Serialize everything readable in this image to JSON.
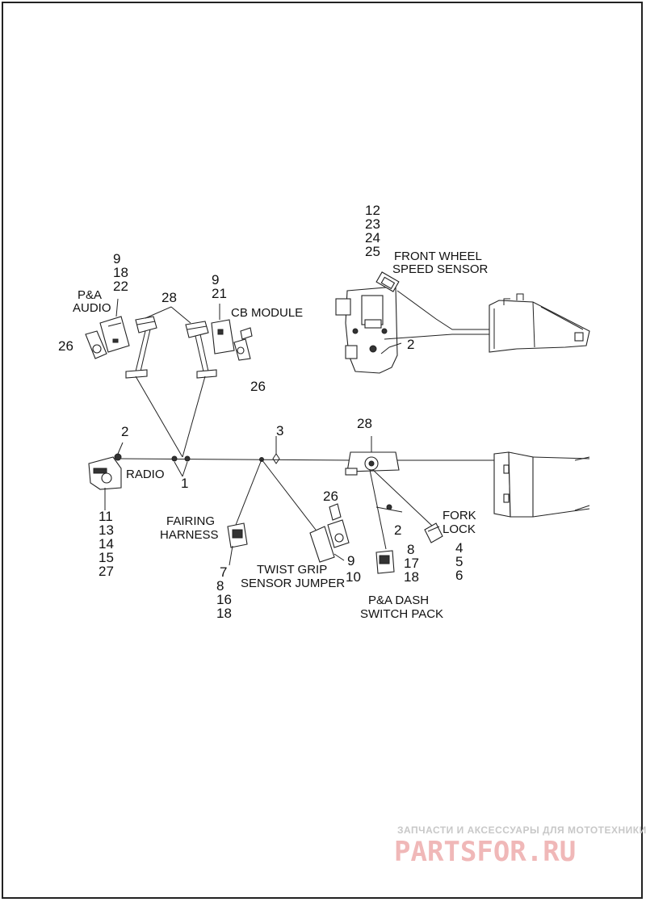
{
  "labels": {
    "pa_audio_l1": "P&A",
    "pa_audio_l2": "AUDIO",
    "cb_module": "CB MODULE",
    "front_wheel_l1": "FRONT WHEEL",
    "front_wheel_l2": "SPEED SENSOR",
    "radio": "RADIO",
    "fairing_l1": "FAIRING",
    "fairing_l2": "HARNESS",
    "twist_l1": "TWIST GRIP",
    "twist_l2": "SENSOR JUMPER",
    "fork_l1": "FORK",
    "fork_l2": "LOCK",
    "dash_l1": "P&A DASH",
    "dash_l2": "SWITCH PACK"
  },
  "callouts": {
    "audio_stack": [
      "9",
      "18",
      "22"
    ],
    "cb_stack": [
      "9",
      "21"
    ],
    "fw_stack": [
      "12",
      "23",
      "24",
      "25"
    ],
    "radio_stack": [
      "11",
      "13",
      "14",
      "15",
      "27"
    ],
    "fairing_stack": [
      "7",
      "8",
      "16",
      "18"
    ],
    "twist_stack": [
      "9",
      "10"
    ],
    "fork_stack": [
      "4",
      "5",
      "6"
    ],
    "dash_stack": [
      "8",
      "17",
      "18"
    ],
    "n28_top": "28",
    "n26_left": "26",
    "n26_right": "26",
    "n2_fw": "2",
    "n2_radio": "2",
    "n1": "1",
    "n3": "3",
    "n28_mid": "28",
    "n26_twist": "26",
    "n2_dash": "2"
  },
  "watermark": {
    "top": "ЗАПЧАСТИ И АКСЕССУАРЫ ДЛЯ МОТОТЕХНИКИ",
    "brand": "PARTSFOR.RU"
  }
}
